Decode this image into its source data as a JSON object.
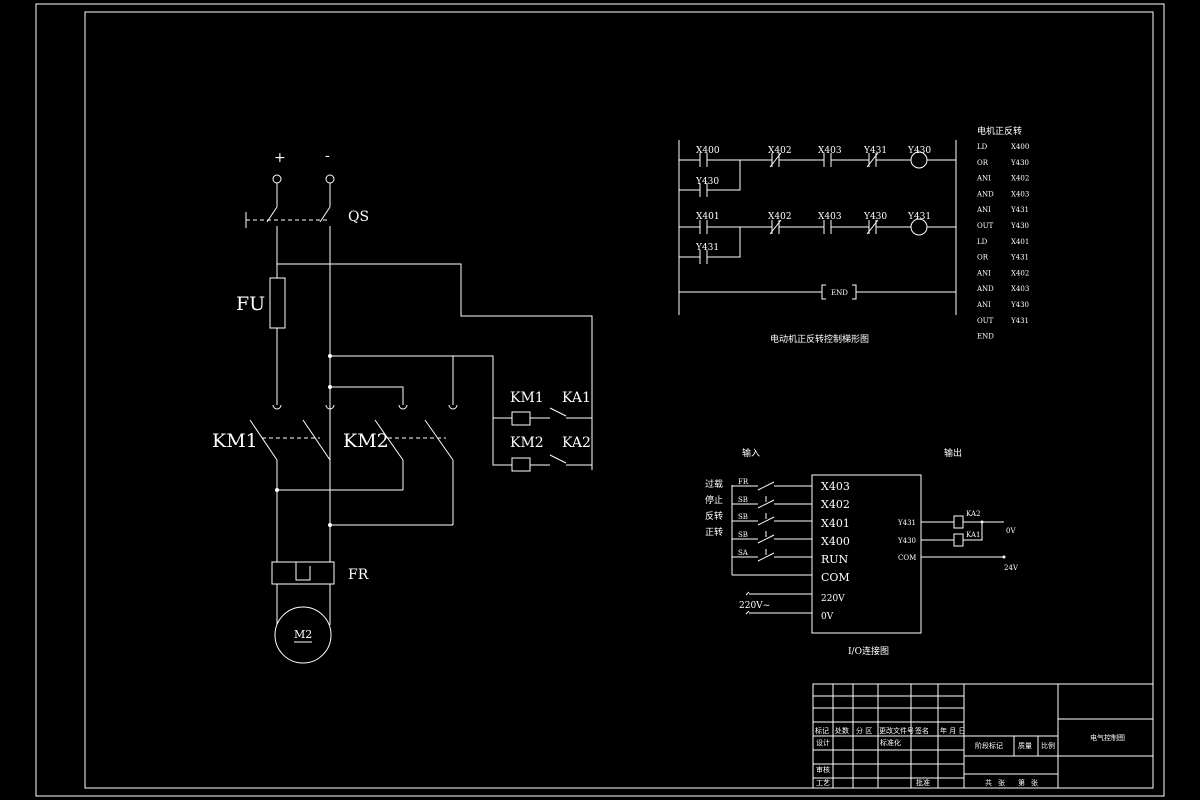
{
  "colors": {
    "background": "#000000",
    "line": "#ffffff"
  },
  "power": {
    "plus": "+",
    "minus": "-",
    "qs": "QS",
    "fu": "FU",
    "km1": "KM1",
    "km2": "KM2",
    "fr": "FR",
    "motor": "M2"
  },
  "relays": {
    "km1": "KM1",
    "ka1": "KA1",
    "km2": "KM2",
    "ka2": "KA2"
  },
  "ladder": {
    "rung1": {
      "c1": "X400",
      "c2": "X402",
      "c3": "X403",
      "c4": "Y431",
      "coil": "Y430",
      "hold": "Y430"
    },
    "rung2": {
      "c1": "X401",
      "c2": "X402",
      "c3": "X403",
      "c4": "Y430",
      "coil": "Y431",
      "hold": "Y431"
    },
    "end": "END",
    "caption": "电动机正反转控制梯形图"
  },
  "program": {
    "title": "电机正反转",
    "lines": [
      {
        "op": "LD",
        "arg": "X400"
      },
      {
        "op": "OR",
        "arg": "Y430"
      },
      {
        "op": "ANI",
        "arg": "X402"
      },
      {
        "op": "AND",
        "arg": "X403"
      },
      {
        "op": "ANI",
        "arg": "Y431"
      },
      {
        "op": "OUT",
        "arg": "Y430"
      },
      {
        "op": "LD",
        "arg": "X401"
      },
      {
        "op": "OR",
        "arg": "Y431"
      },
      {
        "op": "ANI",
        "arg": "X402"
      },
      {
        "op": "AND",
        "arg": "X403"
      },
      {
        "op": "ANI",
        "arg": "Y430"
      },
      {
        "op": "OUT",
        "arg": "Y431"
      },
      {
        "op": "END",
        "arg": ""
      }
    ]
  },
  "io": {
    "input_label": "输入",
    "output_label": "输出",
    "side_labels": [
      "过载",
      "停止",
      "反转",
      "正转"
    ],
    "switch_labels": [
      "FR",
      "SB",
      "SB",
      "SB",
      "SA"
    ],
    "plc_inputs": [
      "X403",
      "X402",
      "X401",
      "X400",
      "RUN",
      "COM",
      "220V",
      "0V"
    ],
    "plc_outputs": [
      "Y431",
      "Y430",
      "COM"
    ],
    "out_relays": [
      "KA2",
      "KA1"
    ],
    "volt_0v": "0V",
    "volt_24v": "24V",
    "supply": "220V~",
    "caption": "I/O连接图"
  },
  "title_block": {
    "r1": [
      "标记",
      "处数",
      "分 区",
      "更改文件号",
      "签名",
      "年 月 日"
    ],
    "r2": [
      "设计",
      "标准化"
    ],
    "r3": [
      "审核"
    ],
    "r4": [
      "工艺",
      "批准"
    ],
    "mid": [
      "阶段标记",
      "质量",
      "比例"
    ],
    "mid_bottom": [
      "共",
      "张",
      "第",
      "张"
    ],
    "drawing_name": "电气控制图"
  }
}
